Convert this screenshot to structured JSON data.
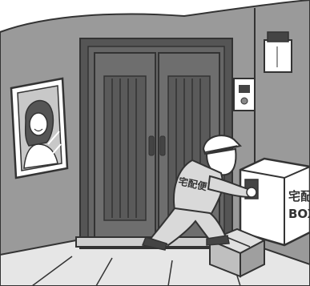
{
  "vest_text": "宅配便",
  "box_label_top": "宅配",
  "box_label_bottom": "BOX",
  "colors": {
    "wall": "#9a9a9a",
    "wall_shadow": "#8a8a8a",
    "door": "#6e6e6e",
    "door_dark": "#4a4a4a",
    "floor": "#e6e6e6",
    "line": "#333333",
    "white": "#ffffff",
    "uniform": "#d9d9d9",
    "box": "#bfbfbf"
  }
}
